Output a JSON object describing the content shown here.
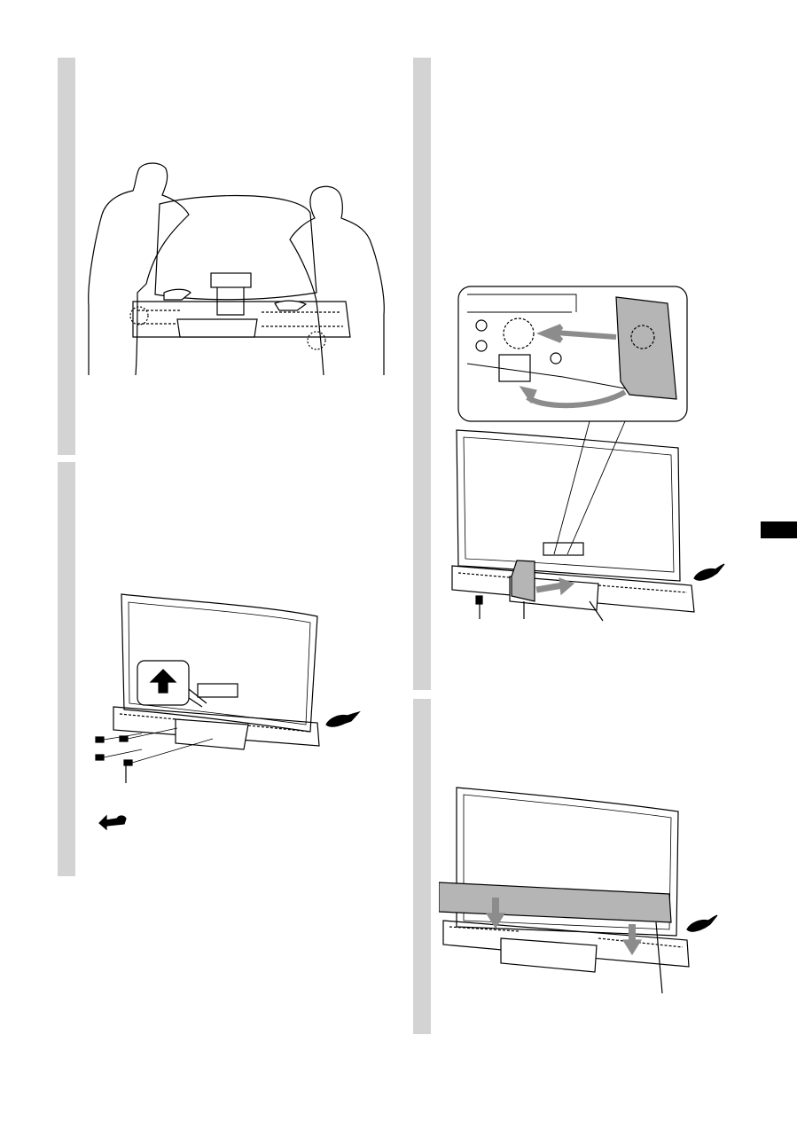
{
  "page": {
    "steps": [
      {
        "id": "lift-tv",
        "illustration": "two-people-carrying-tv"
      },
      {
        "id": "remove-screws",
        "illustration": "tv-rear-with-screws"
      },
      {
        "id": "attach-cover",
        "illustration": "tv-rear-with-stand-cover"
      },
      {
        "id": "attach-rear-panel",
        "illustration": "tv-rear-with-speaker-cover"
      }
    ],
    "icons": [
      "screwdriver-icon",
      "screwdriver-return-icon",
      "up-arrow-icon",
      "screw-icon"
    ],
    "colors": {
      "step_bar": "#d3d3d3",
      "line": "#000000",
      "fill_gray": "#b5b5b5",
      "arrow_gray": "#8c8c8c",
      "section_tab": "#000000"
    }
  }
}
